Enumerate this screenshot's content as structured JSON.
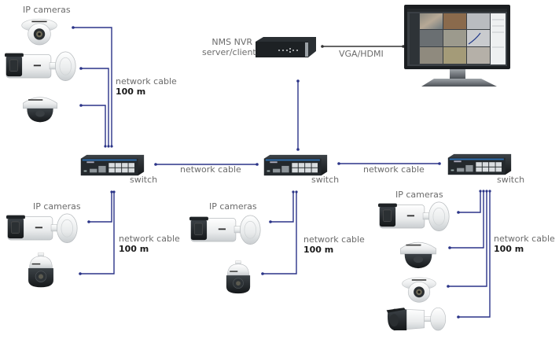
{
  "diagram": {
    "title": "IP camera network topology",
    "colors": {
      "cable": "#2b3488",
      "label": "#6b6b6b",
      "label_bold": "#1a1a1a",
      "device_dark": "#1f2326",
      "device_light": "#eef0f1",
      "switch_accent": "#2f6fb0"
    },
    "nvr": {
      "label_line1": "NMS NVR",
      "label_line2": "server/client"
    },
    "monitor": {
      "link_label": "VGA/HDMI"
    },
    "switches": [
      {
        "id": "switch-left",
        "label": "switch"
      },
      {
        "id": "switch-center",
        "label": "switch"
      },
      {
        "id": "switch-right",
        "label": "switch"
      }
    ],
    "trunk_links": [
      {
        "from": "switch-left",
        "to": "switch-center",
        "label": "network cable"
      },
      {
        "from": "switch-center",
        "to": "switch-right",
        "label": "network cable"
      },
      {
        "from": "nvr",
        "to": "switch-center",
        "label": ""
      },
      {
        "from": "nvr",
        "to": "monitor",
        "label": "VGA/HDMI"
      }
    ],
    "camera_groups": [
      {
        "id": "group-top-left",
        "heading": "IP cameras",
        "switch": "switch-left",
        "cable_label": "network cable",
        "distance": "100 m",
        "cameras": [
          "dome",
          "bullet",
          "varifocal-dome"
        ]
      },
      {
        "id": "group-bottom-left",
        "heading": "IP cameras",
        "switch": "switch-left",
        "cable_label": "network cable",
        "distance": "100 m",
        "cameras": [
          "bullet",
          "ptz"
        ]
      },
      {
        "id": "group-bottom-center",
        "heading": "IP cameras",
        "switch": "switch-center",
        "cable_label": "network cable",
        "distance": "100 m",
        "cameras": [
          "bullet",
          "ptz"
        ]
      },
      {
        "id": "group-bottom-right",
        "heading": "IP cameras",
        "switch": "switch-right",
        "cable_label": "network cable",
        "distance": "100 m",
        "cameras": [
          "bullet",
          "varifocal-dome",
          "dome",
          "bullet-ir"
        ]
      }
    ]
  }
}
